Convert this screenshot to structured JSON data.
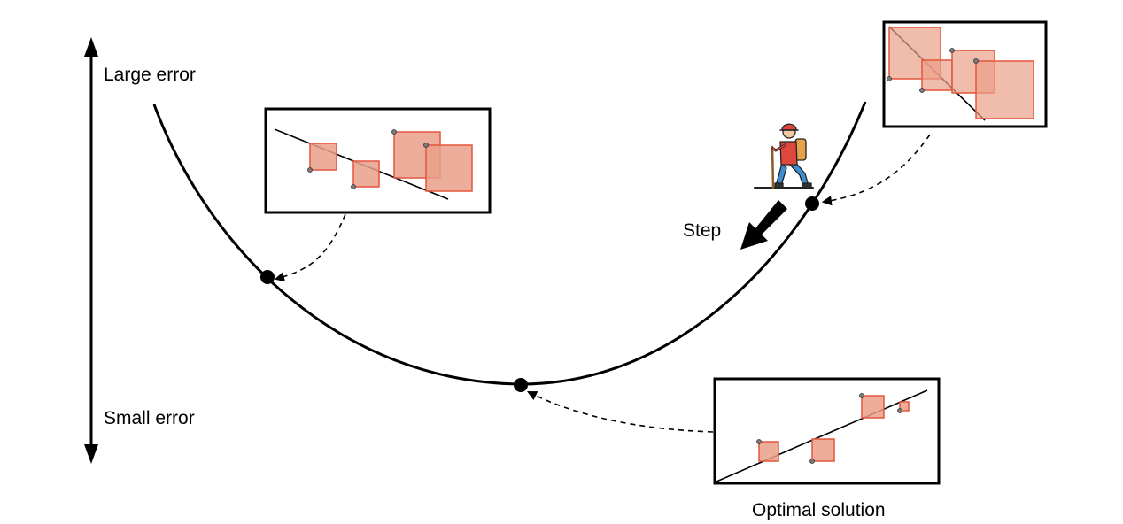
{
  "axis": {
    "top_label": "Large error",
    "bottom_label": "Small error"
  },
  "step_label": "Step",
  "optimal_label": "Optimal solution",
  "colors": {
    "square_fill": "#e9a088",
    "square_stroke": "#e5553c",
    "curve": "#000000",
    "point_marker": "#000000",
    "data_point": "#7a7a7a"
  },
  "icons": {
    "hiker": "hiker-icon",
    "step_arrow": "step-arrow-icon"
  }
}
